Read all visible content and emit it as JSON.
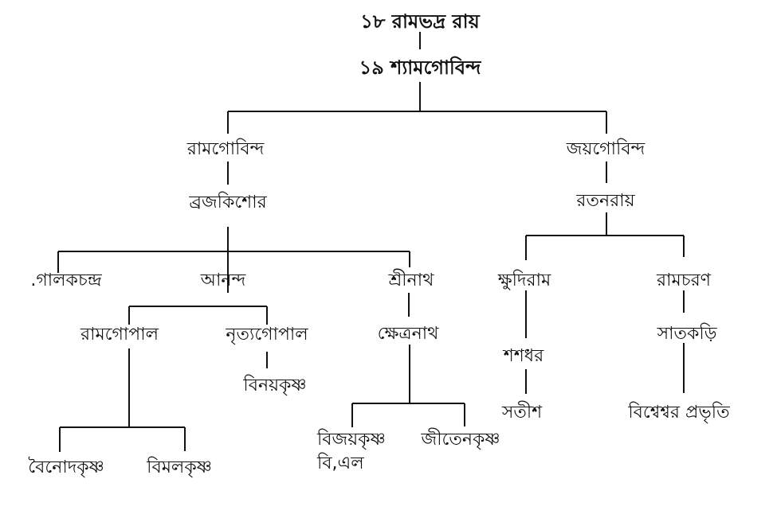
{
  "diagram": {
    "type": "family-tree",
    "root": "১৮ রামভদ্র রায়",
    "nodes": {
      "n18": {
        "label": "১৮ রামভদ্র রায়"
      },
      "n19": {
        "label": "১৯ শ্যামগোবিন্দ"
      },
      "ramgobinda": {
        "label": "রামগোবিন্দ"
      },
      "joygobinda": {
        "label": "জয়গোবিন্দ"
      },
      "brajakishor": {
        "label": "ব্রজকিশোর"
      },
      "ratanray": {
        "label": "রতনরায়"
      },
      "golakchandra": {
        "label": ".গালকচন্দ্র"
      },
      "ananda": {
        "label": "আনন্দ"
      },
      "srinath": {
        "label": "শ্রীনাথ"
      },
      "kshudiram": {
        "label": "ক্ষুদিরাম"
      },
      "ramcharan": {
        "label": "রামচরণ"
      },
      "ramgopal": {
        "label": "রামগোপাল"
      },
      "nrityagopal": {
        "label": "নৃত্যগোপাল"
      },
      "kshetranath": {
        "label": "ক্ষেত্রনাথ"
      },
      "shashadhar": {
        "label": "শশধর"
      },
      "satkori": {
        "label": "সাতকড়ি"
      },
      "binoykrishna": {
        "label": "বিনয়কৃষ্ণ"
      },
      "satish": {
        "label": "সতীশ"
      },
      "bisheswar": {
        "label": "বিশ্বেশ্বর প্রভৃতি"
      },
      "binodkrishna": {
        "label": "বৈনোদকৃষ্ণ"
      },
      "bimalkrishna": {
        "label": "বিমলকৃষ্ণ"
      },
      "bijoykrishna": {
        "label": "বিজয়কৃষ্ণ",
        "note": "বি,এল"
      },
      "jitenkrishna": {
        "label": "জীতেনকৃষ্ণ"
      }
    },
    "edges": [
      [
        "n18",
        "n19"
      ],
      [
        "n19",
        "ramgobinda"
      ],
      [
        "n19",
        "joygobinda"
      ],
      [
        "ramgobinda",
        "brajakishor"
      ],
      [
        "joygobinda",
        "ratanray"
      ],
      [
        "brajakishor",
        "golakchandra"
      ],
      [
        "brajakishor",
        "ananda"
      ],
      [
        "brajakishor",
        "srinath"
      ],
      [
        "ratanray",
        "kshudiram"
      ],
      [
        "ratanray",
        "ramcharan"
      ],
      [
        "ananda",
        "ramgopal"
      ],
      [
        "ananda",
        "nrityagopal"
      ],
      [
        "srinath",
        "kshetranath"
      ],
      [
        "kshudiram",
        "shashadhar"
      ],
      [
        "shashadhar",
        "satish"
      ],
      [
        "ramcharan",
        "satkori"
      ],
      [
        "satkori",
        "bisheswar"
      ],
      [
        "nrityagopal",
        "binoykrishna"
      ],
      [
        "ramgopal",
        "binodkrishna"
      ],
      [
        "ramgopal",
        "bimalkrishna"
      ],
      [
        "kshetranath",
        "bijoykrishna"
      ],
      [
        "kshetranath",
        "jitenkrishna"
      ]
    ]
  }
}
